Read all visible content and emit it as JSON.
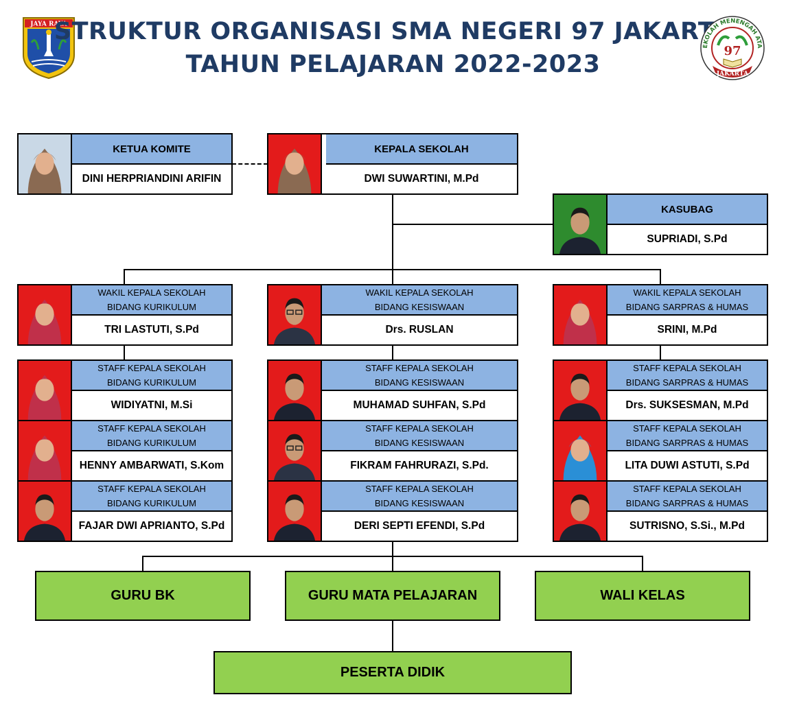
{
  "header": {
    "title_line1": "STRUKTUR ORGANISASI SMA NEGERI 97 JAKARTA",
    "title_line2": "TAHUN PELAJARAN 2022-2023",
    "left_logo": {
      "text": "JAYA RAYA",
      "icon": "jakarta-emblem-icon"
    },
    "right_logo": {
      "ring_text": "SEKOLAH MENENGAH ATAS",
      "number": "97",
      "city": "JAKARTA",
      "icon": "school-emblem-icon"
    }
  },
  "colors": {
    "title": "#1f3b64",
    "role_header": "#8db3e2",
    "group_box": "#92d050",
    "photo_bg_red": "#e31b1b",
    "photo_bg_green": "#2e8b2e"
  },
  "leaders": {
    "komite": {
      "role": "KETUA KOMITE",
      "name": "DINI HERPRIANDINI  ARIFIN"
    },
    "kepala": {
      "role": "KEPALA SEKOLAH",
      "name": "DWI SUWARTINI, M.Pd"
    },
    "kasubag": {
      "role": "KASUBAG",
      "name": "SUPRIADI, S.Pd"
    }
  },
  "columns": [
    {
      "wakil": {
        "role1": "WAKIL KEPALA SEKOLAH",
        "role2": "BIDANG KURIKULUM",
        "name": "TRI LASTUTI, S.Pd"
      },
      "staff": [
        {
          "role1": "STAFF KEPALA SEKOLAH",
          "role2": "BIDANG KURIKULUM",
          "name": "WIDIYATNI, M.Si"
        },
        {
          "role1": "STAFF KEPALA SEKOLAH",
          "role2": "BIDANG KURIKULUM",
          "name": "HENNY AMBARWATI, S.Kom"
        },
        {
          "role1": "STAFF KEPALA SEKOLAH",
          "role2": "BIDANG KURIKULUM",
          "name": "FAJAR DWI APRIANTO, S.Pd"
        }
      ]
    },
    {
      "wakil": {
        "role1": "WAKIL KEPALA SEKOLAH",
        "role2": "BIDANG KESISWAAN",
        "name": "Drs. RUSLAN"
      },
      "staff": [
        {
          "role1": "STAFF KEPALA SEKOLAH",
          "role2": "BIDANG KESISWAAN",
          "name": "MUHAMAD SUHFAN, S.Pd"
        },
        {
          "role1": "STAFF KEPALA SEKOLAH",
          "role2": "BIDANG KESISWAAN",
          "name": "FIKRAM FAHRURAZI, S.Pd."
        },
        {
          "role1": "STAFF KEPALA SEKOLAH",
          "role2": "BIDANG KESISWAAN",
          "name": "DERI SEPTI EFENDI, S.Pd"
        }
      ]
    },
    {
      "wakil": {
        "role1": "WAKIL KEPALA SEKOLAH",
        "role2": "BIDANG SARPRAS & HUMAS",
        "name": "SRINI, M.Pd"
      },
      "staff": [
        {
          "role1": "STAFF KEPALA SEKOLAH",
          "role2": "BIDANG SARPRAS & HUMAS",
          "name": "Drs. SUKSESMAN, M.Pd"
        },
        {
          "role1": "STAFF KEPALA SEKOLAH",
          "role2": "BIDANG SARPRAS & HUMAS",
          "name": "LITA DUWI ASTUTI, S.Pd"
        },
        {
          "role1": "STAFF KEPALA SEKOLAH",
          "role2": "BIDANG SARPRAS & HUMAS",
          "name": "SUTRISNO, S.Si., M.Pd"
        }
      ]
    }
  ],
  "groups": {
    "guru_bk": "GURU BK",
    "guru_mapel": "GURU MATA PELAJARAN",
    "wali_kelas": "WALI KELAS",
    "peserta_didik": "PESERTA DIDIK"
  }
}
